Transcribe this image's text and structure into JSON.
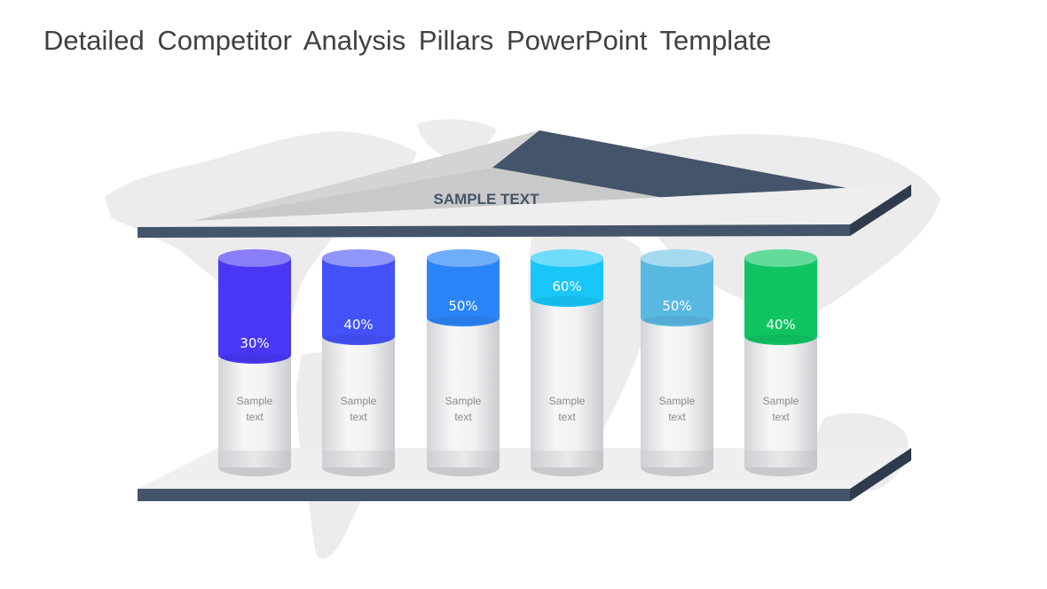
{
  "title": "Detailed Competitor Analysis Pillars PowerPoint Template",
  "roof_label": "SAMPLE TEXT",
  "pillars": [
    {
      "percent": "30%",
      "level": 0.3,
      "caption_line1": "Sample",
      "caption_line2": "text",
      "color": "#4a37f5",
      "color_top": "#8a7df8"
    },
    {
      "percent": "40%",
      "level": 0.4,
      "caption_line1": "Sample",
      "caption_line2": "text",
      "color": "#4351f8",
      "color_top": "#8f95f9"
    },
    {
      "percent": "50%",
      "level": 0.5,
      "caption_line1": "Sample",
      "caption_line2": "text",
      "color": "#2b84f7",
      "color_top": "#6fadf9"
    },
    {
      "percent": "60%",
      "level": 0.6,
      "caption_line1": "Sample",
      "caption_line2": "text",
      "color": "#18c6f8",
      "color_top": "#6fdcfb"
    },
    {
      "percent": "50%",
      "level": 0.5,
      "caption_line1": "Sample",
      "caption_line2": "text",
      "color": "#59b8e0",
      "color_top": "#a5d9ef"
    },
    {
      "percent": "40%",
      "level": 0.4,
      "caption_line1": "Sample",
      "caption_line2": "text",
      "color": "#10c462",
      "color_top": "#63db9b"
    }
  ],
  "colors": {
    "slate": "#44546a",
    "slate_dark": "#2f3b4c",
    "platform": "#f2f2f2",
    "roof_light": "#d6d6d6"
  }
}
